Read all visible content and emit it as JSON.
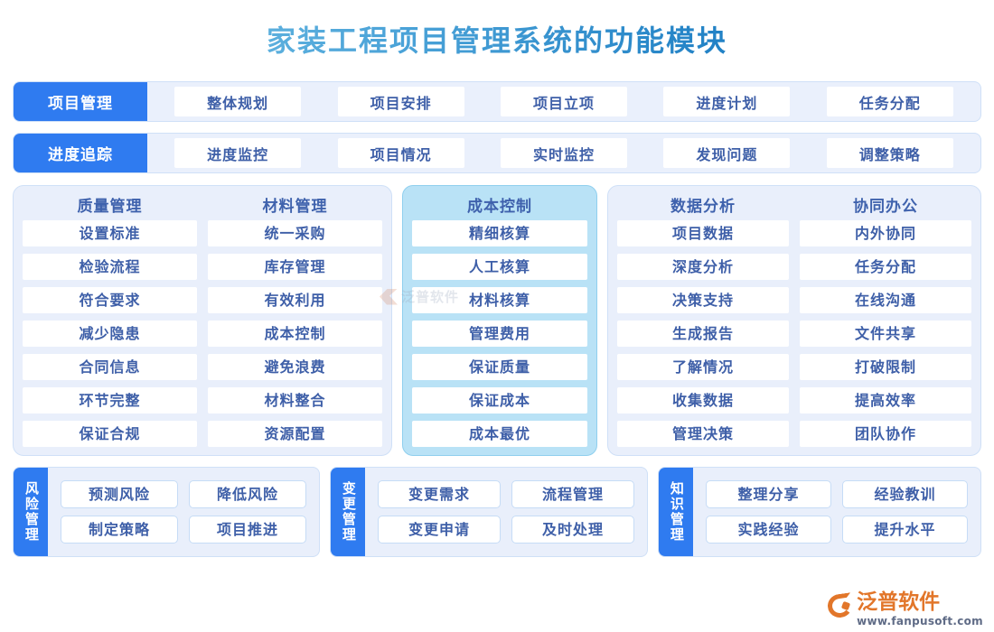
{
  "page": {
    "title": "家装工程项目管理系统的功能模块",
    "title_gradient": [
      "#7ec8e8",
      "#156ab0"
    ],
    "background": "#ffffff",
    "accent": "#2f7bf0",
    "panel_bg": "#e9effb",
    "panel_border": "#cfe0f7",
    "highlight_panel_bg": "#b9e2f6",
    "text_color": "#3e5fa8"
  },
  "top_rows": [
    {
      "head": "项目管理",
      "items": [
        "整体规划",
        "项目安排",
        "项目立项",
        "进度计划",
        "任务分配"
      ]
    },
    {
      "head": "进度追踪",
      "items": [
        "进度监控",
        "项目情况",
        "实时监控",
        "发现问题",
        "调整策略"
      ]
    }
  ],
  "middle_panels": [
    {
      "highlight": false,
      "columns": [
        {
          "title": "质量管理",
          "items": [
            "设置标准",
            "检验流程",
            "符合要求",
            "减少隐患",
            "合同信息",
            "环节完整",
            "保证合规"
          ]
        },
        {
          "title": "材料管理",
          "items": [
            "统一采购",
            "库存管理",
            "有效利用",
            "成本控制",
            "避免浪费",
            "材料整合",
            "资源配置"
          ]
        }
      ]
    },
    {
      "highlight": true,
      "columns": [
        {
          "title": "成本控制",
          "items": [
            "精细核算",
            "人工核算",
            "材料核算",
            "管理费用",
            "保证质量",
            "保证成本",
            "成本最优"
          ]
        }
      ]
    },
    {
      "highlight": false,
      "columns": [
        {
          "title": "数据分析",
          "items": [
            "项目数据",
            "深度分析",
            "决策支持",
            "生成报告",
            "了解情况",
            "收集数据",
            "管理决策"
          ]
        },
        {
          "title": "协同办公",
          "items": [
            "内外协同",
            "任务分配",
            "在线沟通",
            "文件共享",
            "打破限制",
            "提高效率",
            "团队协作"
          ]
        }
      ]
    }
  ],
  "bottom_panels": [
    {
      "head": "风险管理",
      "items": [
        "预测风险",
        "降低风险",
        "制定策略",
        "项目推进"
      ]
    },
    {
      "head": "变更管理",
      "items": [
        "变更需求",
        "流程管理",
        "变更申请",
        "及时处理"
      ]
    },
    {
      "head": "知识管理",
      "items": [
        "整理分享",
        "经验教训",
        "实践经验",
        "提升水平"
      ]
    }
  ],
  "watermark": {
    "text": "泛普软件",
    "icon": "fanpu-mark-icon"
  },
  "brand": {
    "name": "泛普软件",
    "url": "www.fanpusoft.com",
    "icon": "fanpu-logo-icon",
    "color": "#e2762a"
  }
}
